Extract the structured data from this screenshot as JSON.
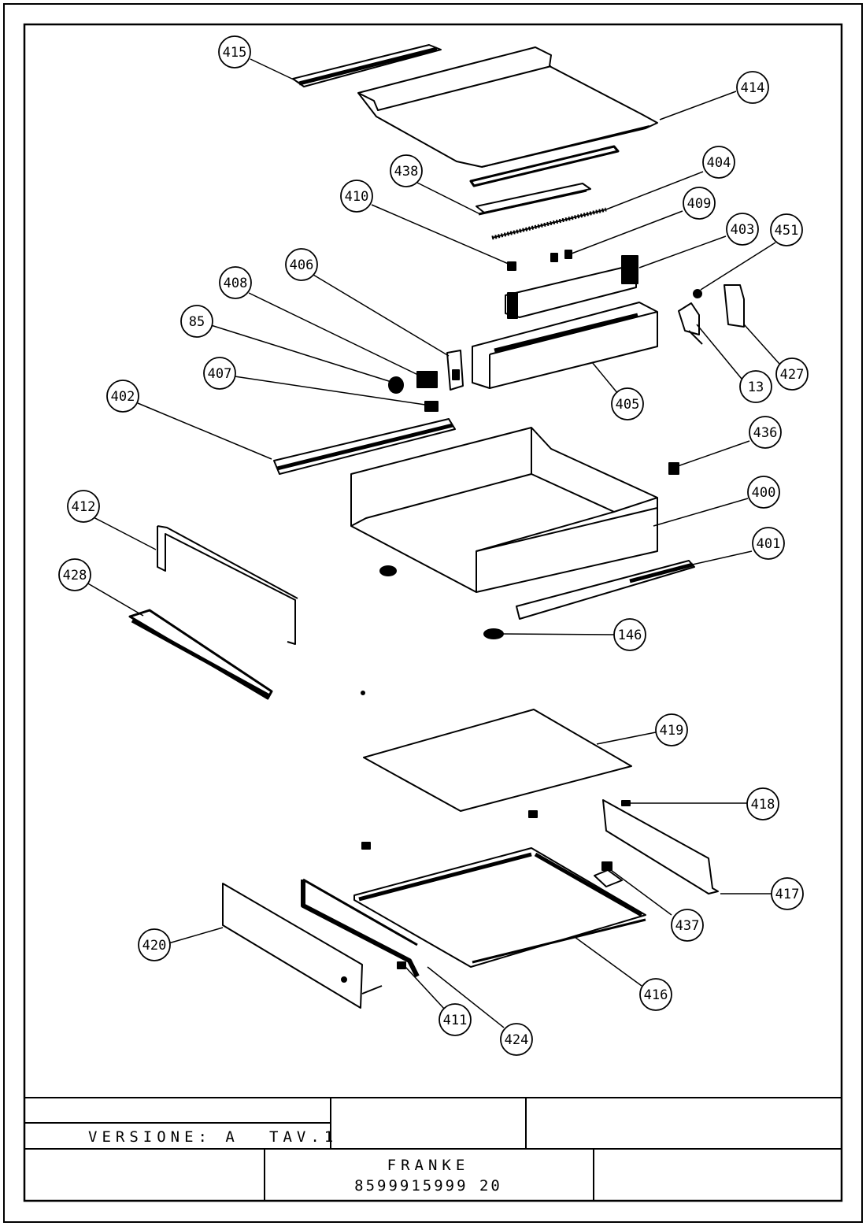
{
  "drawing": {
    "callouts": [
      "415",
      "414",
      "438",
      "404",
      "410",
      "409",
      "403",
      "451",
      "406",
      "408",
      "85",
      "407",
      "405",
      "13",
      "427",
      "402",
      "436",
      "400",
      "412",
      "401",
      "428",
      "146",
      "419",
      "418",
      "417",
      "437",
      "420",
      "416",
      "411",
      "424"
    ]
  },
  "title_block": {
    "version_label": "VERSIONE: A",
    "table_label": "TAV.1",
    "brand": "FRANKE",
    "part_number": "8599915999 20"
  },
  "colors": {
    "line": "#000000",
    "background": "#ffffff"
  }
}
